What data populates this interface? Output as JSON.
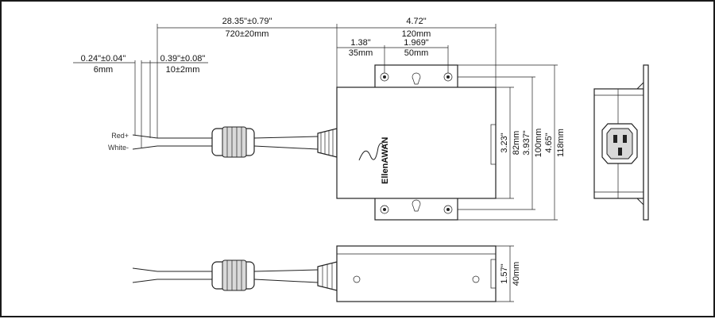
{
  "cable_length": {
    "inch": "28.35\"±0.79\"",
    "mm": "720±20mm"
  },
  "body_width": {
    "inch": "4.72\"",
    "mm": "120mm"
  },
  "tab_offset": {
    "inch": "1.38\"",
    "mm": "35mm"
  },
  "hole_spacing": {
    "inch": "1.969\"",
    "mm": "50mm"
  },
  "strip_length": {
    "inch": "0.24\"±0.04\"",
    "mm": "6mm"
  },
  "wire_length": {
    "inch": "0.39\"±0.08\"",
    "mm": "10±2mm"
  },
  "wire_labels": {
    "red": "Red+",
    "white": "White-"
  },
  "body_height": {
    "inch": "3.23\"",
    "mm": "82mm"
  },
  "hole_pitch": {
    "inch": "3.937\"",
    "mm": "100mm"
  },
  "overall_height": {
    "inch": "4.65\"",
    "mm": "118mm"
  },
  "thickness": {
    "inch": "1.57\"",
    "mm": "40mm"
  },
  "brand": "EllenAWAN"
}
